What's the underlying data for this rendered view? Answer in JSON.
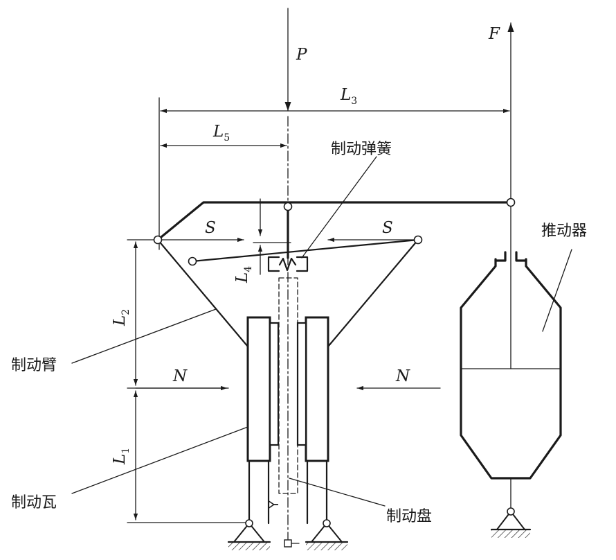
{
  "labels": {
    "P": "P",
    "F": "F",
    "S_left": "S",
    "S_right": "S",
    "N_left": "N",
    "N_right": "N",
    "L": "L",
    "sub_1": "1",
    "sub_2": "2",
    "sub_3": "3",
    "sub_4": "4",
    "sub_5": "5",
    "Y": "Y"
  },
  "components": {
    "brake_spring": "制动弹簧",
    "pusher": "推动器",
    "brake_arm": "制动臂",
    "brake_shoe": "制动瓦",
    "brake_disc": "制动盘"
  }
}
